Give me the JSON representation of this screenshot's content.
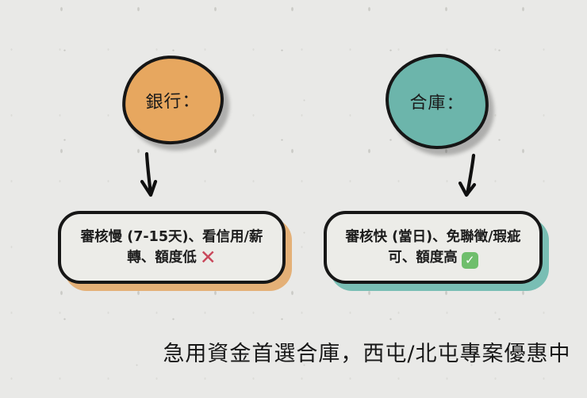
{
  "nodes": {
    "bank": {
      "label": "銀行："
    },
    "coop": {
      "label": "合庫："
    }
  },
  "boxes": {
    "bank": {
      "line1": "審核慢 (7-15天)、看信用/薪",
      "line2": "轉、額度低"
    },
    "coop": {
      "line1": "審核快 (當日)、免聯徵/瑕疵",
      "line2": "可、額度高"
    }
  },
  "marks": {
    "cross_glyph": "✕",
    "check_glyph": "✓"
  },
  "footer": {
    "text": "急用資金首選合庫，西屯/北屯專案優惠中"
  },
  "colors": {
    "background": "#E9E9E7",
    "outline": "#161616",
    "bank_fill": "#E7A75F",
    "coop_fill": "#6CB5AB",
    "box_fill": "#ECECE8",
    "bank_shadow": "#E4B077",
    "coop_shadow": "#79BEB4",
    "cross_red": "#C9485B",
    "check_green": "#6FBE6C",
    "text": "#1C1C1C"
  }
}
